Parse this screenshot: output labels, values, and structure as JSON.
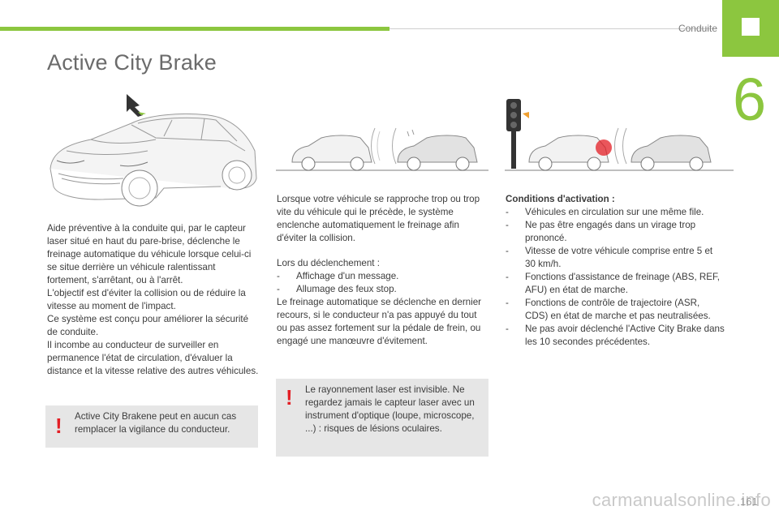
{
  "header": {
    "section_label": "Conduite",
    "chapter_number": "6",
    "accent_color": "#8cc63f"
  },
  "page_title": "Active City Brake",
  "illustrations": {
    "car_main": "car-with-windshield-sensor-illustration",
    "diagram_1": "car-approaching-slow-vehicle-diagram",
    "diagram_2": "car-braking-with-warning-light-diagram"
  },
  "column1": {
    "intro": "Aide préventive à la conduite qui, par le capteur laser situé en haut du pare-brise, déclenche le freinage automatique du véhicule lorsque celui-ci se situe derrière un véhicule ralentissant fortement, s'arrêtant, ou à l'arrêt.",
    "objective": "L'objectif est d'éviter la collision ou de réduire la vitesse au moment de l'impact.",
    "design": "Ce système est conçu pour améliorer la sécurité de conduite.",
    "driver": "Il incombe au conducteur de surveiller en permanence l'état de circulation, d'évaluer la distance et la vitesse relative des autres véhicules."
  },
  "warning_1": {
    "text": "Active City Brakene peut en aucun cas remplacer la vigilance du conducteur."
  },
  "column2": {
    "intro": "Lorsque votre véhicule se rapproche trop ou trop vite du véhicule qui le précède, le système enclenche automatiquement le freinage afin d'éviter la collision.",
    "trigger_heading": "Lors du déclenchement :",
    "trigger_items": [
      "Affichage d'un message.",
      "Allumage des feux stop."
    ],
    "braking": "Le freinage automatique se déclenche en dernier recours, si le conducteur n'a pas appuyé du tout ou pas assez fortement sur la pédale de frein, ou engagé une manœuvre d'évitement."
  },
  "warning_2": {
    "text": "Le rayonnement laser est invisible. Ne regardez jamais le capteur laser avec un instrument d'optique (loupe, microscope, ...) : risques de lésions oculaires."
  },
  "column3": {
    "heading": "Conditions d'activation :",
    "items": [
      "Véhicules en circulation sur une même file.",
      "Ne pas être engagés dans un virage trop prononcé.",
      "Vitesse de votre véhicule comprise entre 5 et 30 km/h.",
      "Fonctions d'assistance de freinage (ABS, REF, AFU) en état de marche.",
      "Fonctions de contrôle de trajectoire (ASR, CDS) en état de marche et pas neutralisées.",
      "Ne pas avoir déclenché l'Active City Brake dans les 10 secondes précédentes."
    ]
  },
  "footer": {
    "page_number": "161",
    "watermark": "carmanualsonline.info"
  },
  "colors": {
    "warning_red": "#e31e24",
    "box_gray": "#e6e6e6",
    "text": "#3c3c3c"
  }
}
